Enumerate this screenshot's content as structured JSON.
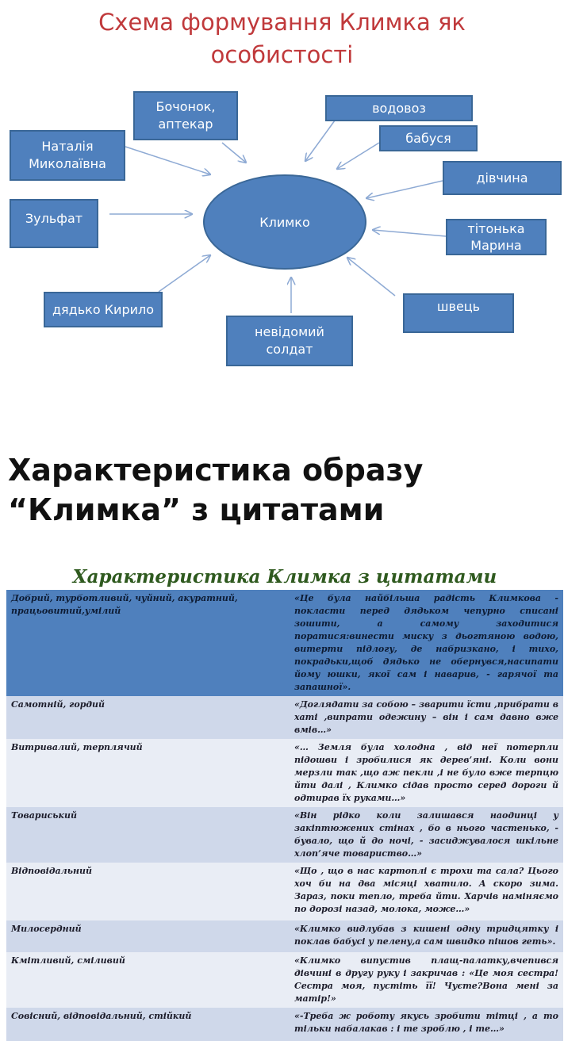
{
  "scheme": {
    "title_line1": "Схема формування Климка як",
    "title_line2": "особистості",
    "center": "Климко",
    "nodes": {
      "bochonok_1": "Бочонок,",
      "bochonok_2": "аптекар",
      "natalia_1": "Наталія",
      "natalia_2": "Миколаївна",
      "zulfat": "Зульфат",
      "kyrylo": "дядько Кирило",
      "soldier_1": "невідомий",
      "soldier_2": "солдат",
      "vodovoz": "водовоз",
      "babusia": "бабуся",
      "divchyna": "дівчина",
      "maryna_1": "тітонька",
      "maryna_2": "Марина",
      "shvets": "швець"
    },
    "colors": {
      "title": "#c0393b",
      "box": "#4f80bd",
      "arrow": "#8eaad4"
    }
  },
  "heading_line1": "Характеристика образу",
  "heading_line2": "“Климка” з цитатами",
  "table": {
    "title": "Характеристика Климка з цитатами",
    "rows": [
      {
        "trait": "Добрий, турботливий, чуйний, акуратний, працьовитий,умілий",
        "quote": "«Це була найбільша радість Климкова - покласти перед дядьком чепурно списані зошити, а самому заходитися поратися:винести миску з дьогтяною водою, витерти підлогу, де набризкано, і тихо, покрадьки,щоб дядько не обернувся,насипати йому юшки, якої сам і наварив, - гарячої та запашної»."
      },
      {
        "trait": "Самотній, гордий",
        "quote": "«Доглядати за собою – зварити їсти ,прибрати в хаті ,випрати одежину – він і сам давно вже вмів…»"
      },
      {
        "trait": "Витривалий, терплячий",
        "quote": "«… Земля була холодна , від неї потерпли підошви і зробилися як дерев’яні. Коли вони мерзли так ,що аж пекли ,і не було вже терпцю йти далі , Климко сідав просто серед дороги й одтирав їх руками…»"
      },
      {
        "trait": "Товариський",
        "quote": "«Він рідко коли залишався наодинці у закіптюжених стінах , бо в нього частенько, - бувало, що й до ночі, - засиджувалося шкільне хлоп’яче товариство…»"
      },
      {
        "trait": "Відповідальний",
        "quote": "«Що , що в нас картоплі є трохи та сала? Цього хоч би на два місяці хватило. А скоро зима. Зараз, поки тепло, треба йти. Харчів наміняємо по дорозі назад, молока, може…»"
      },
      {
        "trait": "Милосердний",
        "quote": "«Климко видлубав з кишені одну тридцятку і поклав бабусі у пелену,а сам швидко пішов геть»."
      },
      {
        "trait": "Кмітливий, сміливий",
        "quote": "«Климко випустив плащ-палатку,вчепився дівчині в другу руку і закричав : «Це моя сестра! Сестра моя, пустіть її! Чуєте?Вона мені за матір!»"
      },
      {
        "trait": "Совісний, відповідальний, стійкий",
        "quote": "«-Треба ж роботу якусь зробити тітці , а то тільки набалакав : і те зроблю , і те…»"
      }
    ]
  }
}
